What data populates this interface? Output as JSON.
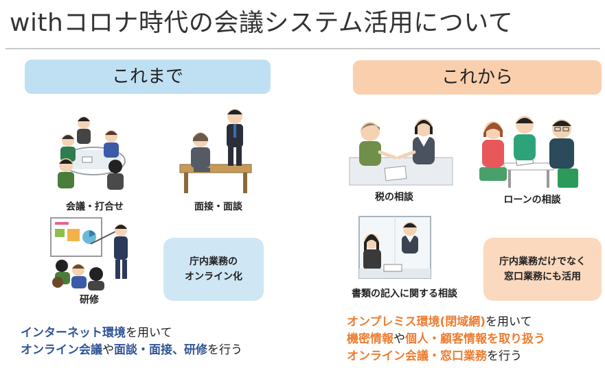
{
  "title": "withコロナ時代の会議システム活用について",
  "before": {
    "heading": "これまで",
    "captions": {
      "meeting": "会議・打合せ",
      "interview": "面接・面談",
      "training": "研修"
    },
    "note_lines": [
      "庁内業務の",
      "オンライン化"
    ],
    "summary": {
      "line1_highlight": "インターネット環境",
      "line1_rest": "を用いて",
      "line2_highlight1": "オンライン会議",
      "line2_mid1": "や",
      "line2_highlight2": "面談・面接、研修",
      "line2_rest": "を行う"
    }
  },
  "after": {
    "heading": "これから",
    "captions": {
      "tax": "税の相談",
      "loan": "ローンの相談",
      "documents": "書類の記入に関する相談"
    },
    "note_lines": [
      "庁内業務だけでなく",
      "窓口業務にも活用"
    ],
    "summary": {
      "line1_highlight": "オンプレミス環境(閉域網)",
      "line1_rest": "を用いて",
      "line2_highlight1": "機密情報",
      "line2_mid1": "や",
      "line2_highlight2": "個人・顧客情報を取り扱う",
      "line3_highlight": "オンライン会議・窓口業務",
      "line3_rest": "を行う"
    }
  },
  "colors": {
    "accent_blue": "#2f5597",
    "accent_orange": "#ed7d31",
    "pill_blue": "#bfe0f2",
    "pill_orange": "#f9cfae"
  }
}
